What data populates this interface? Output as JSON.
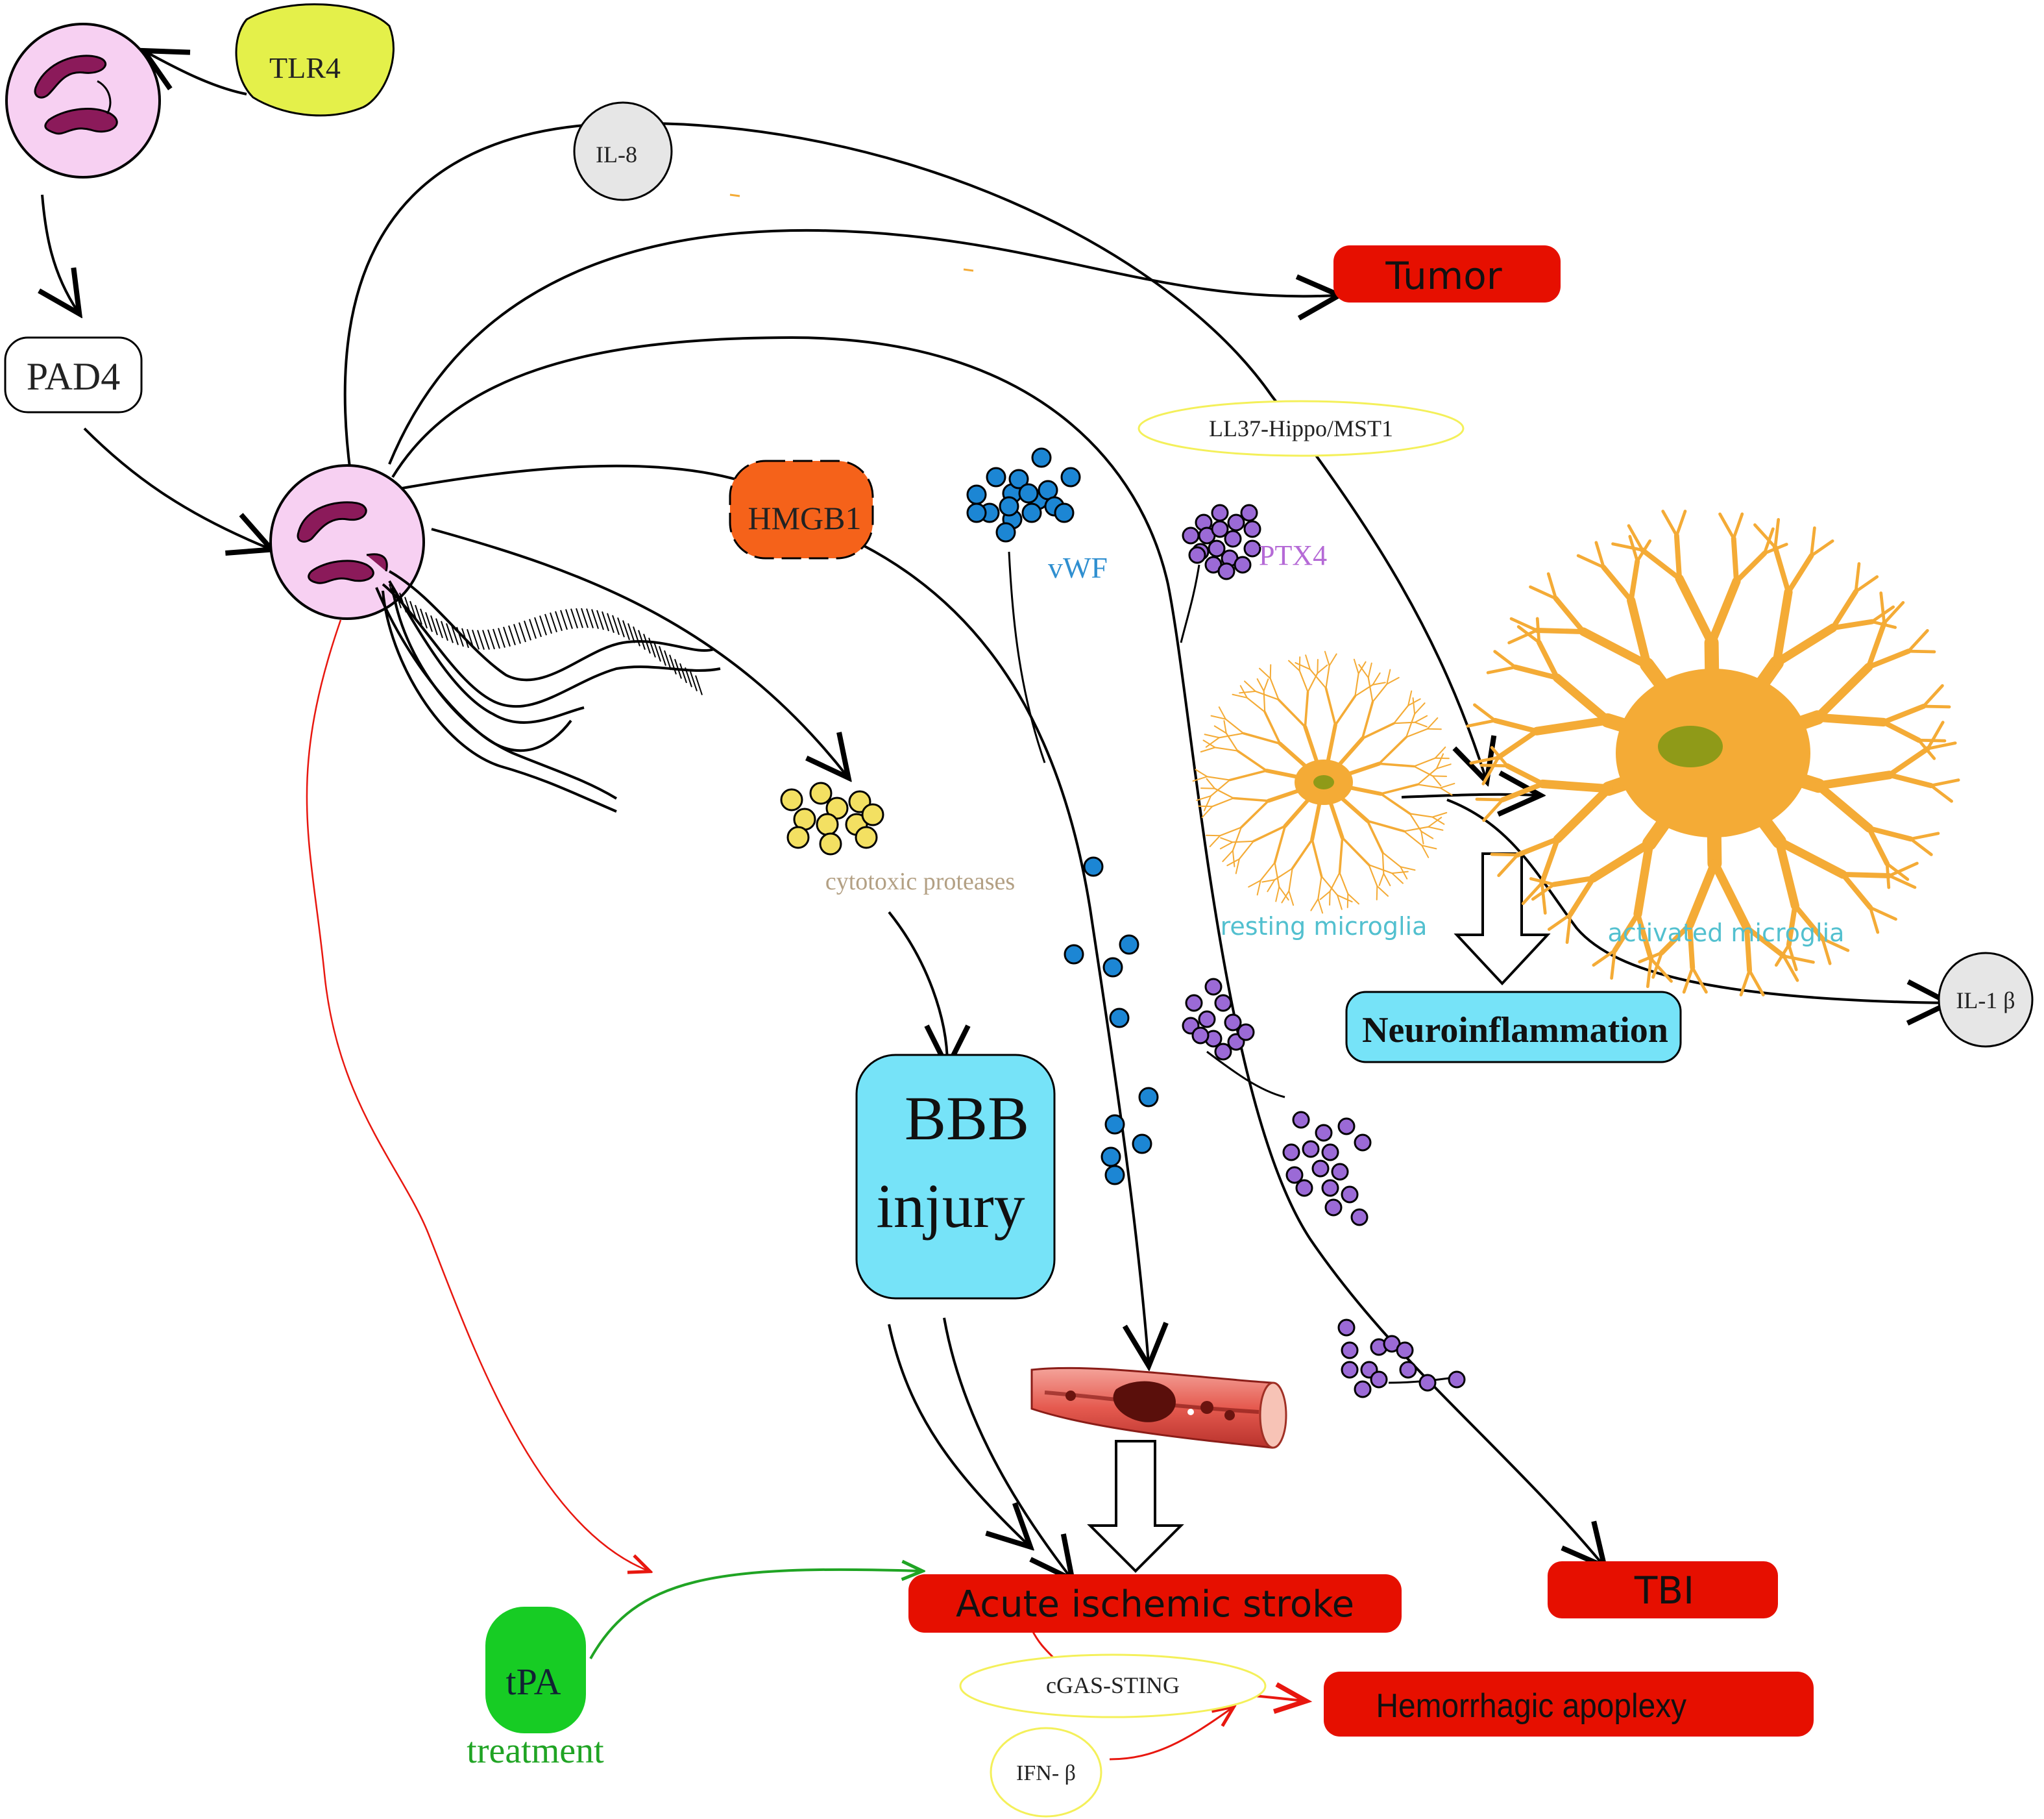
{
  "nodes": {
    "tlr4": "TLR4",
    "pad4": "PAD4",
    "il8": "IL-8",
    "tumor": "Tumor",
    "ll37": "LL37-Hippo/MST1",
    "hmgb1": "HMGB1",
    "vwf": "vWF",
    "ptx4": "PTX4",
    "cytotoxic_proteases": "cytotoxic proteases",
    "bbb_line1": "BBB",
    "bbb_line2": "injury",
    "resting_microglia": "resting microglia",
    "activated_microglia": "activated microglia",
    "neuroinflammation": "Neuroinflammation",
    "il1b": "IL-1 β",
    "acute_ischemic_stroke": "Acute ischemic stroke",
    "tbi": "TBI",
    "tpa": "tPA",
    "tpa_treatment": "treatment",
    "cgas_sting": "cGAS-STING",
    "ifn_b": "IFN- β",
    "hemorrhagic_apoplexy": "Hemorrhagic apoplexy"
  },
  "colors": {
    "neutrophil_fill": "#f7d0f2",
    "nucleus": "#8b1a5a",
    "tlr4_fill": "#e4f04a",
    "hmgb1_fill": "#f5621a",
    "tumor_fill": "#e60f00",
    "bbb_fill": "#76e3f8",
    "neuro_fill": "#76e3f8",
    "microglia": "#f4ab36",
    "microglia_nucleus": "#8f9a18",
    "vwf_dot": "#1c86d4",
    "ptx4_dot": "#9b6ad6",
    "protease_dot": "#f3e062",
    "tpa_fill": "#17cc24",
    "red_arrow": "#e8170f",
    "green_arrow": "#20a424",
    "il_circle": "#e6e6e6",
    "ellipse_border": "#f4f05a",
    "vwf_text": "#2f8fd0",
    "ptx4_text": "#b56ad6",
    "microglia_text": "#52c0cf",
    "protease_text": "#b3a084"
  }
}
